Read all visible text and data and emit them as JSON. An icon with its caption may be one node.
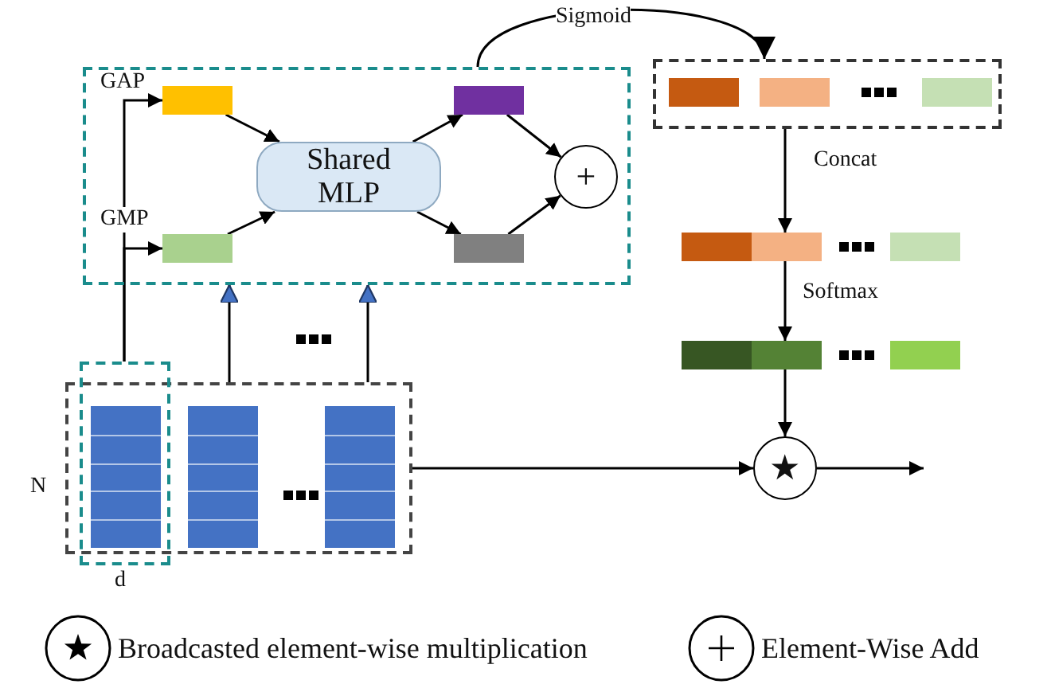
{
  "diagram": {
    "nodes": [
      {
        "text": [],
        "shape": "box"
      },
      {
        "text": [],
        "shape": "bar",
        "in": 0,
        "beside": [
          "GAP"
        ]
      },
      {
        "text": [],
        "shape": "bar",
        "in": 0,
        "beside": [
          "GMP"
        ]
      },
      {
        "text": [
          "Shared MLP"
        ],
        "in": 0
      },
      {
        "text": [],
        "shape": "bar",
        "in": 0
      },
      {
        "text": [],
        "shape": "bar",
        "in": 0
      },
      {
        "text": [
          "+"
        ],
        "in": 0
      },
      {
        "text": [],
        "shape": "box"
      },
      {
        "text": [],
        "shape": "bar",
        "in": 7
      },
      {
        "text": [],
        "shape": "bar",
        "in": 7
      },
      {
        "text": [],
        "shape": "bar",
        "in": 7
      },
      {
        "text": [],
        "shape": "bar"
      },
      {
        "text": [],
        "shape": "bar"
      },
      {
        "text": [
          "★"
        ]
      },
      {
        "text": [],
        "shape": "box",
        "beside": [
          "N"
        ]
      },
      {
        "text": [],
        "shape": "bar",
        "in": 18
      },
      {
        "text": [],
        "shape": "bar",
        "in": 14
      },
      {
        "text": [],
        "shape": "bar",
        "in": 14
      },
      {
        "text": [],
        "shape": "box",
        "beside": [
          "d"
        ]
      }
    ],
    "edges": [
      {
        "from": 18,
        "to": 1,
        "arrow": "to"
      },
      {
        "from": 18,
        "to": 2,
        "arrow": "to"
      },
      {
        "from": 1,
        "to": 3,
        "arrow": "to"
      },
      {
        "from": 2,
        "to": 3,
        "arrow": "to"
      },
      {
        "from": 3,
        "to": 4,
        "arrow": "to"
      },
      {
        "from": 3,
        "to": 5,
        "arrow": "to"
      },
      {
        "from": 4,
        "to": 6,
        "arrow": "to"
      },
      {
        "from": 5,
        "to": 6,
        "arrow": "to"
      },
      {
        "from": 0,
        "to": 7,
        "arrow": "to",
        "label": "Sigmoid"
      },
      {
        "from": 7,
        "to": 11,
        "arrow": "to",
        "label": "Concat"
      },
      {
        "from": 11,
        "to": 12,
        "arrow": "to",
        "label": "Softmax"
      },
      {
        "from": 12,
        "to": 13,
        "arrow": "to"
      },
      {
        "from": 14,
        "to": 13,
        "arrow": "to"
      },
      {
        "from": 13,
        "to": null,
        "arrow": "to"
      },
      {
        "from": 14,
        "to": 0,
        "arrow": "to"
      },
      {
        "from": 14,
        "to": 0,
        "arrow": "to"
      }
    ],
    "legend": [
      {
        "text": "Broadcasted element-wise multiplication"
      },
      {
        "text": "Element-Wise Add"
      }
    ]
  }
}
